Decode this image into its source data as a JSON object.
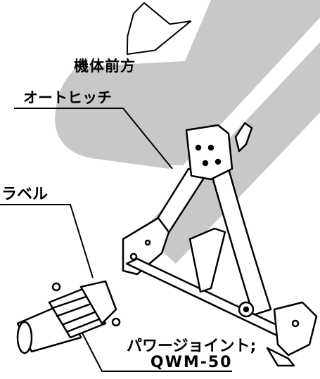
{
  "labels": {
    "direction": "機体前方",
    "auto_hitch": "オートヒッチ",
    "label": "ラベル",
    "power_joint": "パワージョイント;",
    "power_joint_model": "QWM-50"
  },
  "colors": {
    "ink": "#000000",
    "watermark": "#c8c8c8",
    "paper": "#ffffff"
  },
  "icons": [
    "arrow-icon"
  ]
}
